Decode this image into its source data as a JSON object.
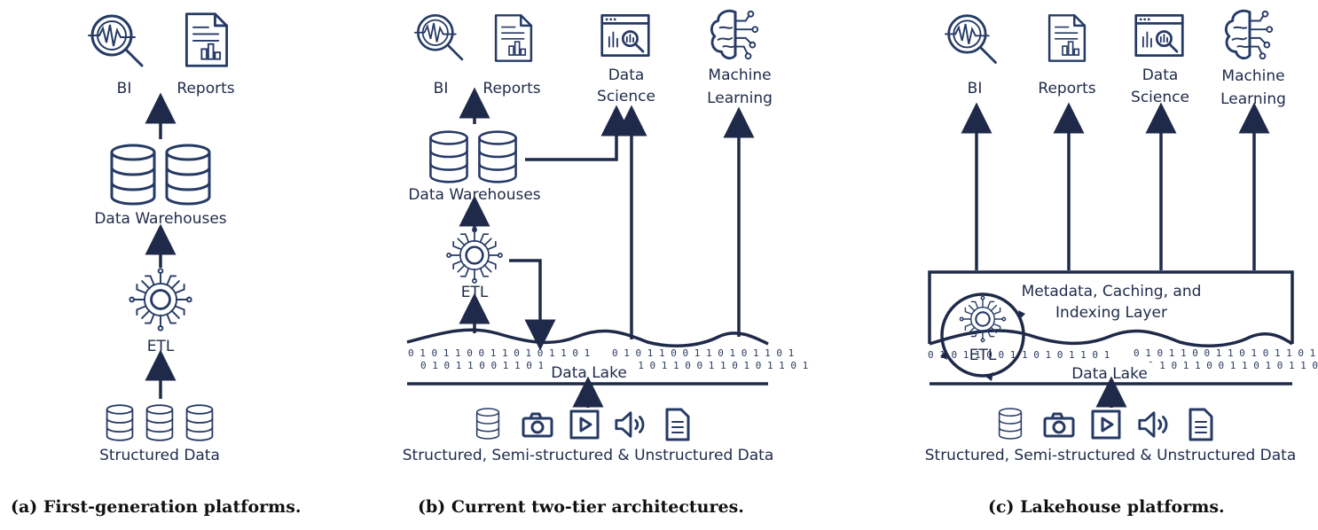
{
  "panel_a": {
    "bi": "BI",
    "reports": "Reports",
    "warehouses": "Data Warehouses",
    "etl": "ETL",
    "structured": "Structured Data",
    "caption": "(a) First-generation platforms."
  },
  "panel_b": {
    "bi": "BI",
    "reports": "Reports",
    "data_science_1": "Data",
    "data_science_2": "Science",
    "ml_1": "Machine",
    "ml_2": "Learning",
    "warehouses": "Data Warehouses",
    "etl": "ETL",
    "lake": "Data Lake",
    "sources": "Structured, Semi-structured & Unstructured Data",
    "caption": "(b) Current two-tier architectures."
  },
  "panel_c": {
    "bi": "BI",
    "reports": "Reports",
    "data_science_1": "Data",
    "data_science_2": "Science",
    "ml_1": "Machine",
    "ml_2": "Learning",
    "metadata_1": "Metadata, Caching, and",
    "metadata_2": "Indexing Layer",
    "etl": "ETL",
    "lake": "Data Lake",
    "sources": "Structured, Semi-structured & Unstructured Data",
    "caption": "(c) Lakehouse platforms."
  },
  "lake_bits": "0 1 0 1 1 0 0 1 1 0 1 0 1 1 0 1"
}
